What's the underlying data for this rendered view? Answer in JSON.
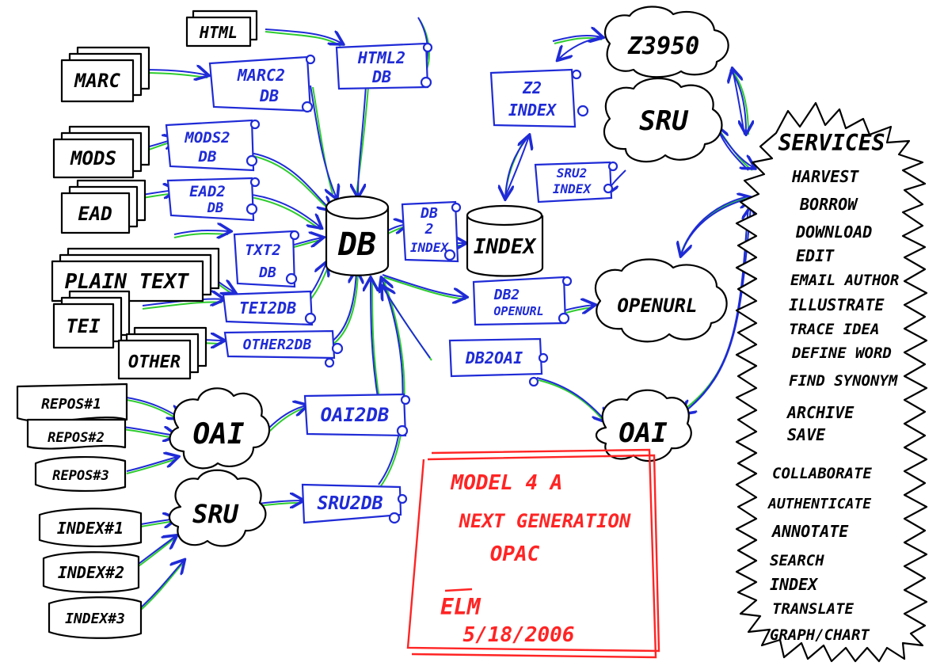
{
  "colors": {
    "ink": "#000000",
    "process": "#1f2bd6",
    "accent": "#2ecc2e",
    "note": "#ff2424"
  },
  "sources": {
    "html": "HTML",
    "marc": "MARC",
    "mods": "MODS",
    "ead": "EAD",
    "plain_text": "PLAIN TEXT",
    "tei": "TEI",
    "other": "OTHER",
    "repos1": "REPOS#1",
    "repos2": "REPOS#2",
    "repos3": "REPOS#3",
    "index1": "INDEX#1",
    "index2": "INDEX#2",
    "index3": "INDEX#3"
  },
  "converters": {
    "marc2db": [
      "MARC2",
      "DB"
    ],
    "html2db": [
      "HTML2",
      "DB"
    ],
    "mods2db": [
      "MODS2",
      "DB"
    ],
    "ead2db": [
      "EAD2",
      "DB"
    ],
    "txt2db": [
      "TXT2",
      "DB"
    ],
    "tei2db": "TEI2DB",
    "other2db": "OTHER2DB",
    "oai2db": "OAI2DB",
    "sru2db": "SRU2DB",
    "db2index": [
      "DB",
      "2",
      "INDEX"
    ],
    "z2index": [
      "Z2",
      "INDEX"
    ],
    "sru2index": [
      "SRU2",
      "INDEX"
    ],
    "db2openurl": [
      "DB2",
      "OPENURL"
    ],
    "db2oai": "DB2OAI"
  },
  "stores": {
    "db": "DB",
    "index": "INDEX"
  },
  "clouds": {
    "oai_in": "OAI",
    "sru_in": "SRU",
    "z3950": "Z3950",
    "sru_out": "SRU",
    "openurl": "OPENURL",
    "oai_out": "OAI"
  },
  "services": {
    "title": "SERVICES",
    "items": [
      "HARVEST",
      "BORROW",
      "DOWNLOAD",
      "EDIT",
      "EMAIL AUTHOR",
      "ILLUSTRATE",
      "TRACE IDEA",
      "DEFINE WORD",
      "FIND SYNONYM",
      "ARCHIVE",
      "SAVE",
      "COLLABORATE",
      "AUTHENTICATE",
      "ANNOTATE",
      "SEARCH",
      "INDEX",
      "TRANSLATE",
      "GRAPH/CHART"
    ]
  },
  "note": {
    "line1": "MODEL 4 A",
    "line2": "NEXT GENERATION",
    "line3": "OPAC",
    "signature": "ELM",
    "date": "5/18/2006"
  }
}
